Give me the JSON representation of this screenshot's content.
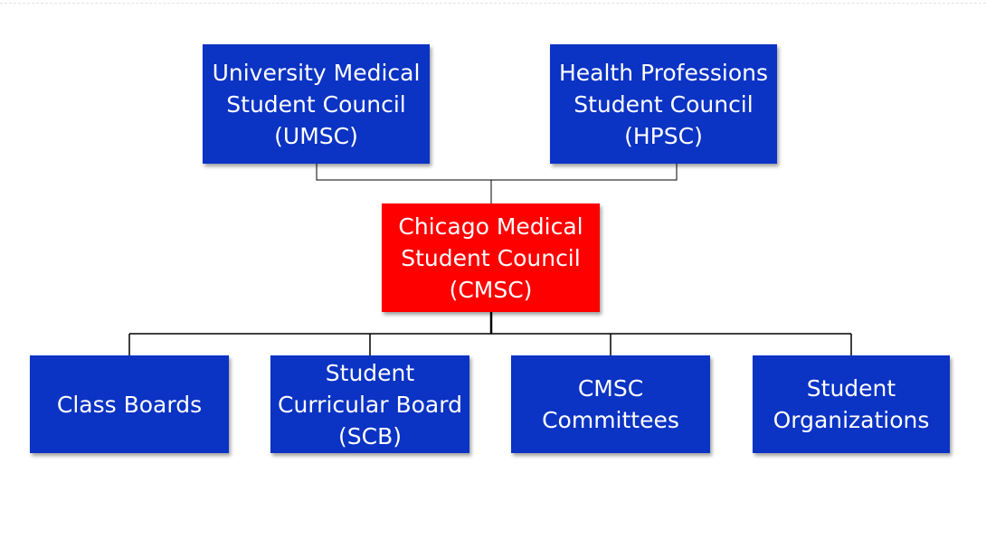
{
  "colors": {
    "parent_fill": "#0b33c4",
    "council_fill": "#ff0000",
    "child_fill": "#0b33c4",
    "connector": "#000000"
  },
  "parents": [
    {
      "label": "University Medical\nStudent Council\n(UMSC)"
    },
    {
      "label": "Health Professions\nStudent Council\n(HPSC)"
    }
  ],
  "center": {
    "label": "Chicago Medical\nStudent Council\n(CMSC)"
  },
  "children": [
    {
      "label": "Class Boards"
    },
    {
      "label": "Student\nCurricular Board\n(SCB)"
    },
    {
      "label": "CMSC\nCommittees"
    },
    {
      "label": "Student\nOrganizations"
    }
  ]
}
